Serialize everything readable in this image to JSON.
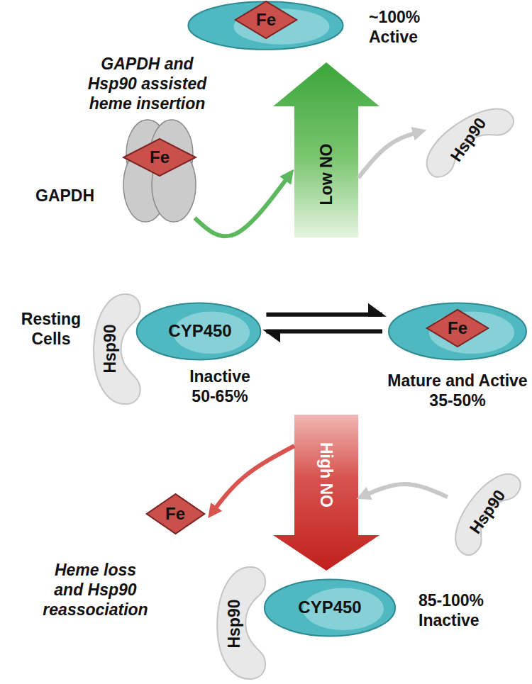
{
  "diagram": {
    "nodes": [
      {
        "text": [
          "~100% Active"
        ]
      },
      {
        "text": [
          "Fe"
        ],
        "in": 0
      },
      {
        "text": [
          "Low NO"
        ]
      },
      {
        "text": [
          "GAPDH"
        ]
      },
      {
        "text": [
          "Fe"
        ],
        "in": 3
      },
      {
        "text": [
          "Hsp90"
        ]
      },
      {
        "text": [
          "Hsp90"
        ]
      },
      {
        "text": [
          "CYP450",
          "Inactive 50-65%"
        ]
      },
      {
        "text": [
          "Mature and Active 35-50%"
        ]
      },
      {
        "text": [
          "Fe"
        ],
        "in": 8
      },
      {
        "text": [
          "High NO"
        ]
      },
      {
        "text": [
          "Fe"
        ]
      },
      {
        "text": [
          "Hsp90"
        ]
      },
      {
        "text": [
          "Hsp90"
        ]
      },
      {
        "text": [
          "CYP450",
          "85-100% Inactive"
        ]
      }
    ],
    "edges": [
      {
        "from": 3,
        "to": 2,
        "arrow": "to"
      },
      {
        "from": 2,
        "to": 5,
        "arrow": "to"
      },
      {
        "from": 7,
        "to": 8,
        "arrow": "to"
      },
      {
        "from": 8,
        "to": 7,
        "arrow": "to"
      },
      {
        "from": 10,
        "to": 11,
        "arrow": "to"
      },
      {
        "from": 12,
        "to": 10,
        "arrow": "to"
      }
    ],
    "labels": [
      "GAPDH and Hsp90 assisted heme insertion",
      "Resting Cells",
      "Heme loss and Hsp90 reassociation"
    ]
  }
}
